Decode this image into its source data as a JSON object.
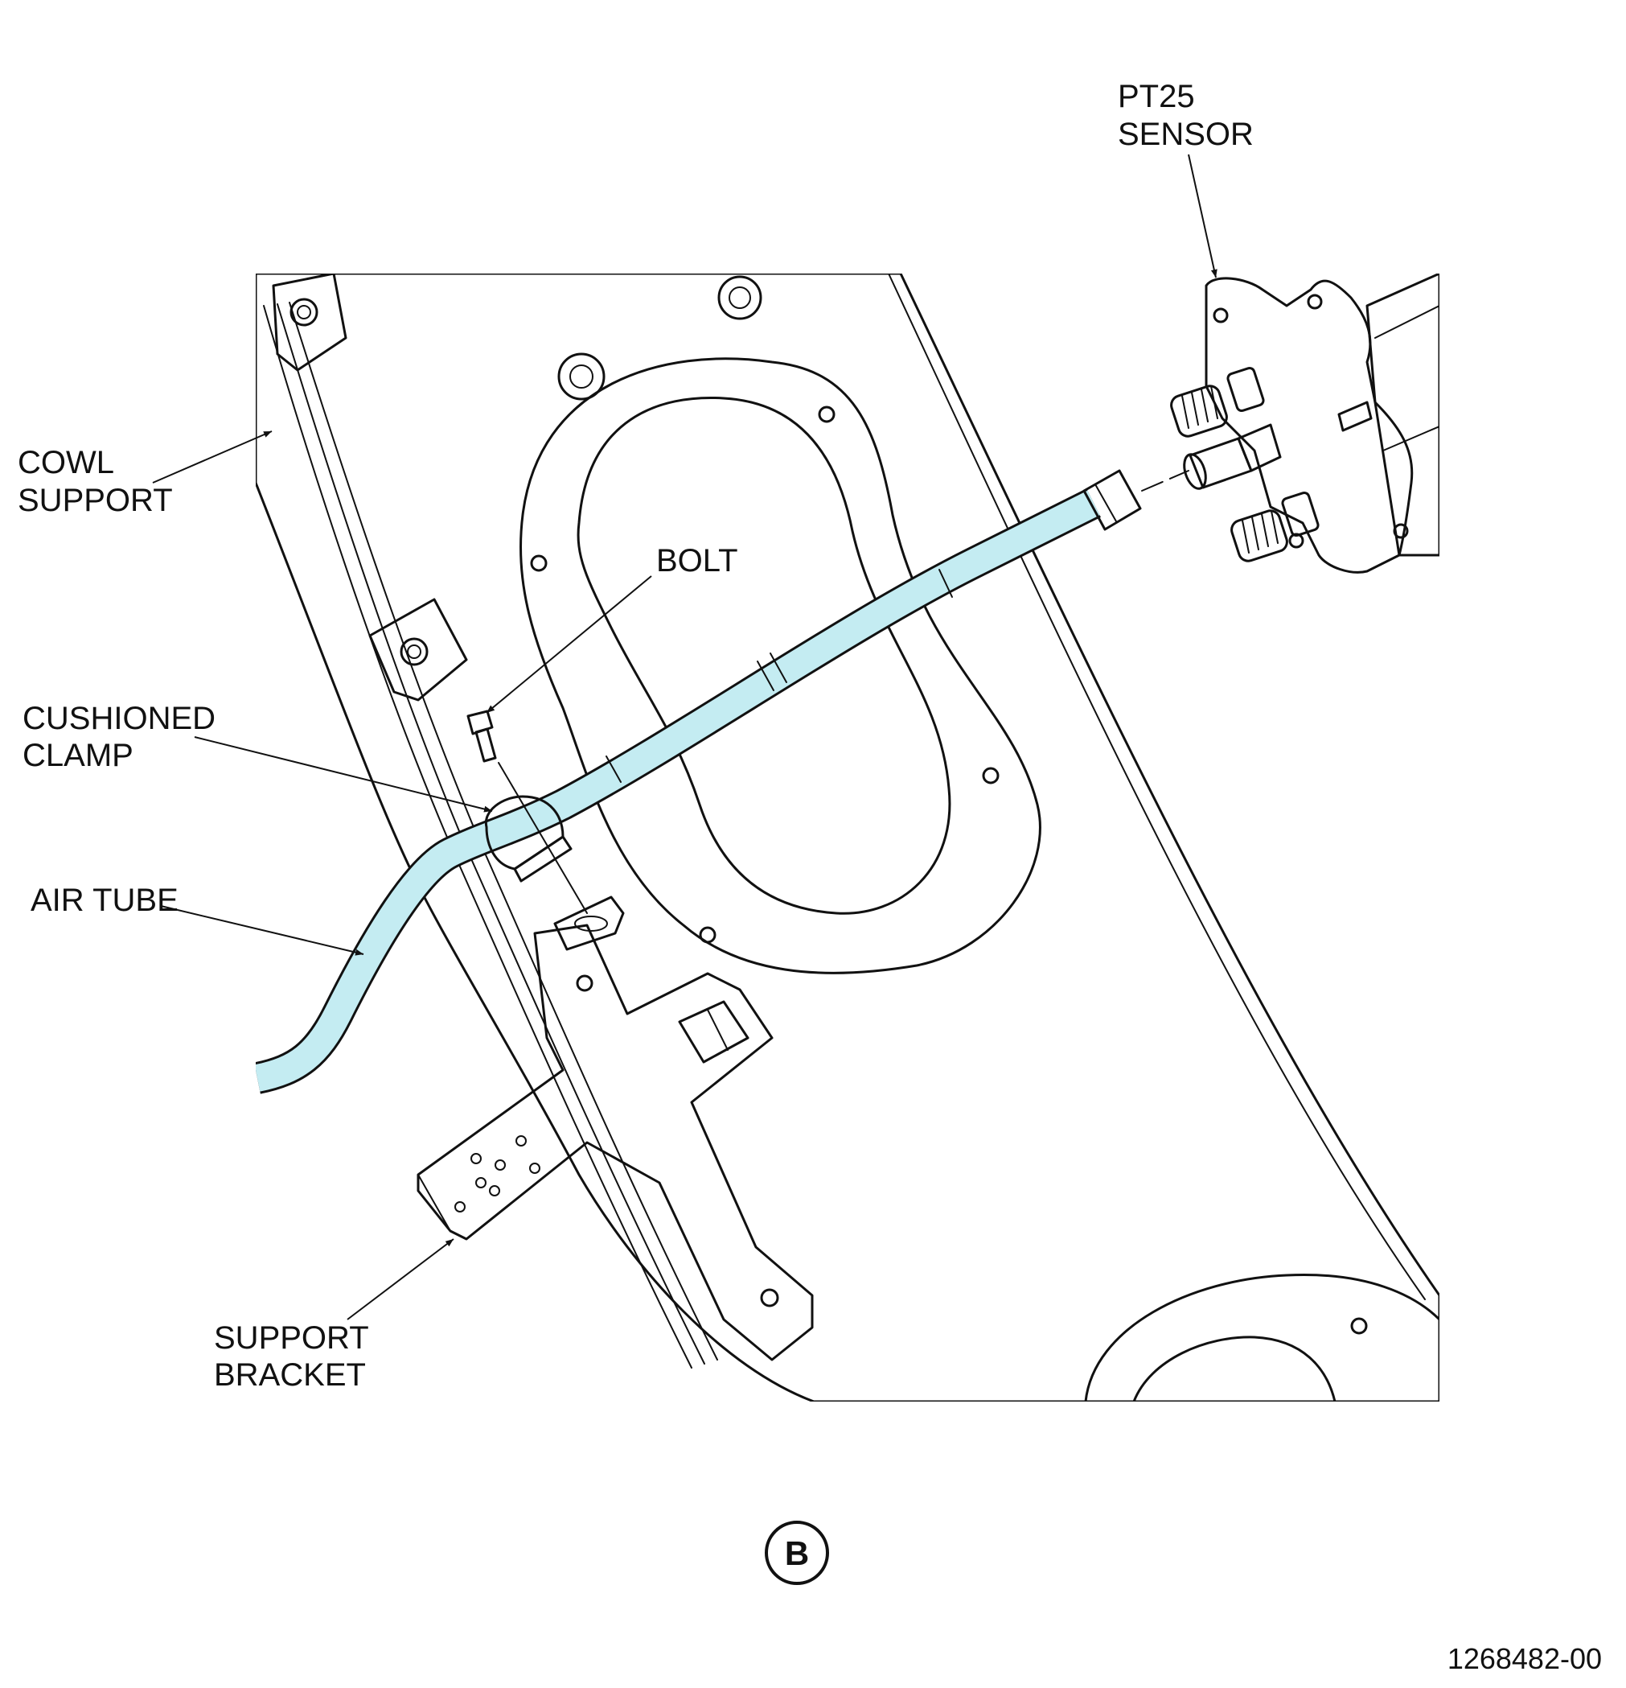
{
  "colors": {
    "panel_fill": "#fcf9c8",
    "tube_fill": "#c4ecf2",
    "line": "#111111",
    "background": "#ffffff"
  },
  "labels": {
    "pt25_line1": "PT25",
    "pt25_line2": "SENSOR",
    "cowl_line1": "COWL",
    "cowl_line2": "SUPPORT",
    "bolt": "BOLT",
    "clamp_line1": "CUSHIONED",
    "clamp_line2": "CLAMP",
    "air_tube": "AIR TUBE",
    "bracket_line1": "SUPPORT",
    "bracket_line2": "BRACKET"
  },
  "view_marker": "B",
  "figure_id": "1268482-00"
}
